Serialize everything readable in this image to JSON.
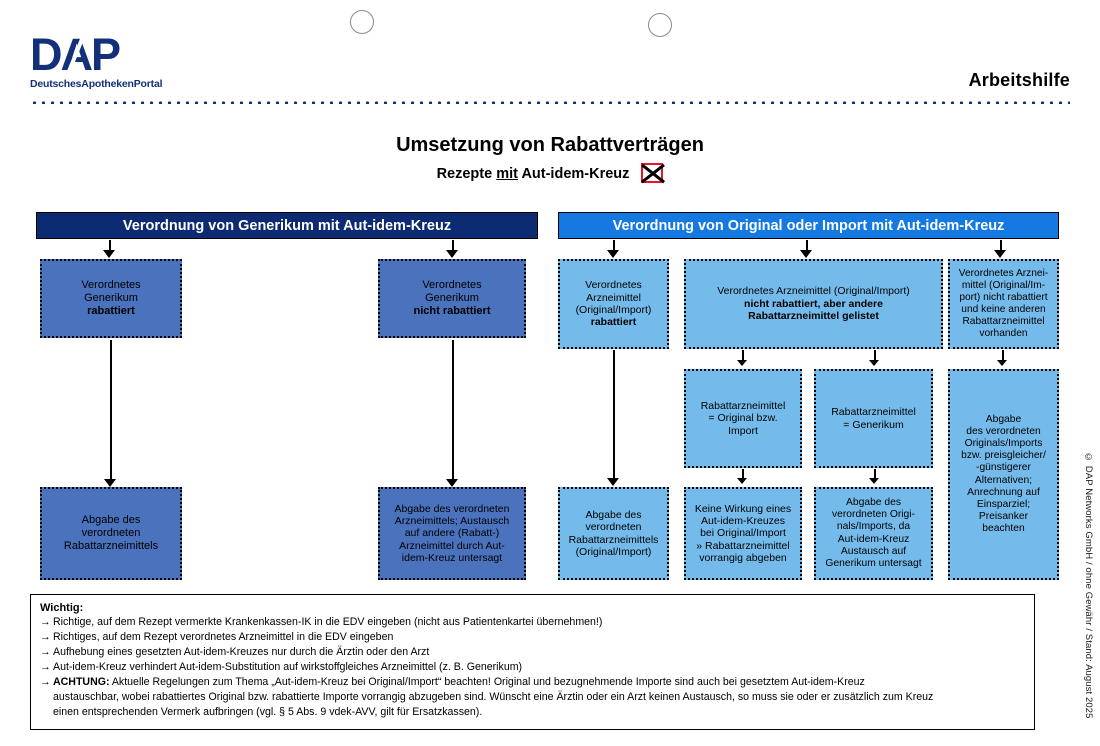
{
  "header": {
    "logo_mark": "DAP",
    "logo_sub": "DeutschesApothekenPortal",
    "right_label": "Arbeitshilfe"
  },
  "titles": {
    "main": "Umsetzung von Rabattverträgen",
    "sub_before": "Rezepte ",
    "sub_underlined": "mit",
    "sub_after": " Aut-idem-Kreuz",
    "mark_name": "aut-idem-cross-symbol"
  },
  "sections": {
    "left_header": "Verordnung von Generikum mit Aut-idem-Kreuz",
    "right_header": "Verordnung von Original oder Import mit Aut-idem-Kreuz"
  },
  "boxes": {
    "l1": {
      "l1": "Verordnetes",
      "l2": "Generikum",
      "l3": "rabattiert"
    },
    "l2": {
      "l1": "Verordnetes",
      "l2": "Generikum",
      "l3": "nicht rabattiert"
    },
    "l1_out": {
      "l1": "Abgabe des",
      "l2": "verordneten",
      "l3": "Rabattarzneimittels"
    },
    "l2_out": {
      "l1": "Abgabe des verordneten",
      "l2": "Arzneimittels; Austausch",
      "l3": "auf andere (Rabatt-)",
      "l4": "Arzneimittel durch Aut-",
      "l5": "idem-Kreuz untersagt"
    },
    "r1": {
      "l1": "Verordnetes",
      "l2": "Arzneimittel",
      "l3": "(Original/Import)",
      "l4": "rabattiert"
    },
    "r2": {
      "l1": "Verordnetes Arzneimittel (Original/Import)",
      "l2": "nicht rabattiert, aber andere",
      "l3": "Rabattarzneimittel gelistet"
    },
    "r3": {
      "l1": "Verordnetes Arznei-",
      "l2": "mittel (Original/Im-",
      "l3": "port) nicht rabattiert",
      "l4": "und keine anderen",
      "l5": "Rabattarzneimittel",
      "l6": "vorhanden"
    },
    "r2a": {
      "l1": "Rabattarzneimittel",
      "l2": "= Original bzw.",
      "l3": "Import"
    },
    "r2b": {
      "l1": "Rabattarzneimittel",
      "l2": "= Generikum"
    },
    "r1_out": {
      "l1": "Abgabe des",
      "l2": "verordneten",
      "l3": "Rabattarzneimittels",
      "l4": "(Original/Import)"
    },
    "r2a_out": {
      "l1": "Keine Wirkung eines",
      "l2": "Aut-idem-Kreuzes",
      "l3": "bei Original/Import",
      "l4": "» Rabattarzneimittel",
      "l5": "vorrangig abgeben"
    },
    "r2b_out": {
      "l1": "Abgabe des",
      "l2": "verordneten Origi-",
      "l3": "nals/Imports, da",
      "l4": "Aut-idem-Kreuz",
      "l5": "Austausch auf",
      "l6": "Generikum untersagt"
    },
    "r3_out": {
      "l1": "Abgabe",
      "l2": "des verordneten",
      "l3": "Originals/Imports",
      "l4": "bzw. preisgleicher/",
      "l5": "-günstigerer",
      "l6": "Alternativen;",
      "l7": "Anrechnung auf",
      "l8": "Einsparziel;",
      "l9": "Preisanker",
      "l10": "beachten"
    }
  },
  "note": {
    "heading": "Wichtig:",
    "arrow": "→",
    "items": [
      "Richtige, auf dem Rezept vermerkte Krankenkassen-IK in die EDV eingeben (nicht aus Patientenkartei übernehmen!)",
      "Richtiges, auf dem Rezept verordnetes Arzneimittel in die EDV eingeben",
      "Aufhebung eines gesetzten Aut-idem-Kreuzes nur durch die Ärztin oder den Arzt",
      "Aut-idem-Kreuz verhindert Aut-idem-Substitution auf wirkstoffgleiches Arzneimittel (z. B. Generikum)"
    ],
    "achtung_label": "ACHTUNG:",
    "achtung_text": " Aktuelle Regelungen zum Thema „Aut-idem-Kreuz bei Original/Import“ beachten! Original und bezugnehmende Importe sind auch bei gesetztem Aut-idem-Kreuz",
    "achtung_line2": "austauschbar, wobei rabattiertes Original bzw. rabattierte Importe vorrangig abzugeben sind. Wünscht eine Ärztin oder ein Arzt keinen Austausch, so muss sie oder er zusätzlich zum Kreuz",
    "achtung_line3": "einen entsprechenden Vermerk aufbringen (vgl. § 5 Abs. 9 vdek-AVV, gilt für Ersatzkassen)."
  },
  "copyright": "© DAP Networks GmbH / ohne Gewähr / Stand: August 2025",
  "colors": {
    "brand_navy": "#13307a",
    "section_left": "#0d2b72",
    "section_right": "#1479e0",
    "box_dark": "#4a72bd",
    "box_light": "#74bbec",
    "mark_red": "#e8152a"
  }
}
